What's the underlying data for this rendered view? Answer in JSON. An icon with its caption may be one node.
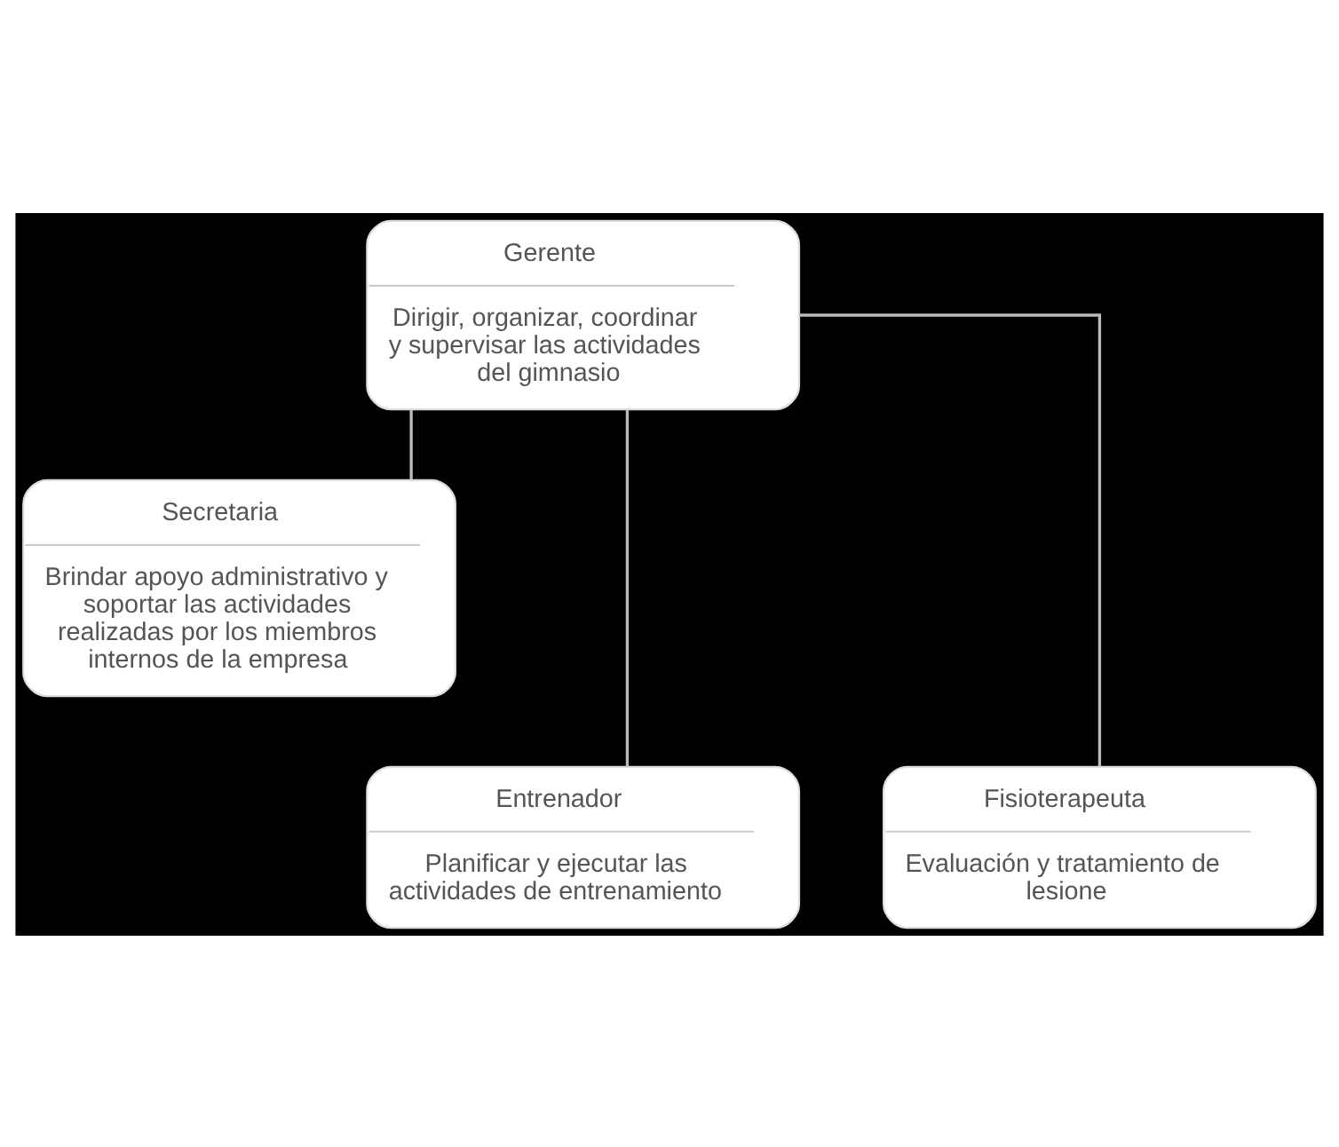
{
  "diagram": {
    "nodes": [
      {
        "text": [
          "Gerente",
          "Dirigir, organizar, coordinar y supervisar las actividades del gimnasio"
        ]
      },
      {
        "text": [
          "Secretaria",
          "Brindar apoyo administrativo y soportar las actividades realizadas por los miembros internos de la empresa"
        ]
      },
      {
        "text": [
          "Entrenador",
          "Planificar y ejecutar las actividades de entrenamiento"
        ]
      },
      {
        "text": [
          "Fisioterapeuta",
          "Evaluación y tratamiento de lesione"
        ]
      }
    ],
    "edges": [
      {
        "from": 0,
        "to": 1,
        "arrow": "none"
      },
      {
        "from": 0,
        "to": 2,
        "arrow": "none"
      },
      {
        "from": 0,
        "to": 3,
        "arrow": "none"
      }
    ]
  }
}
